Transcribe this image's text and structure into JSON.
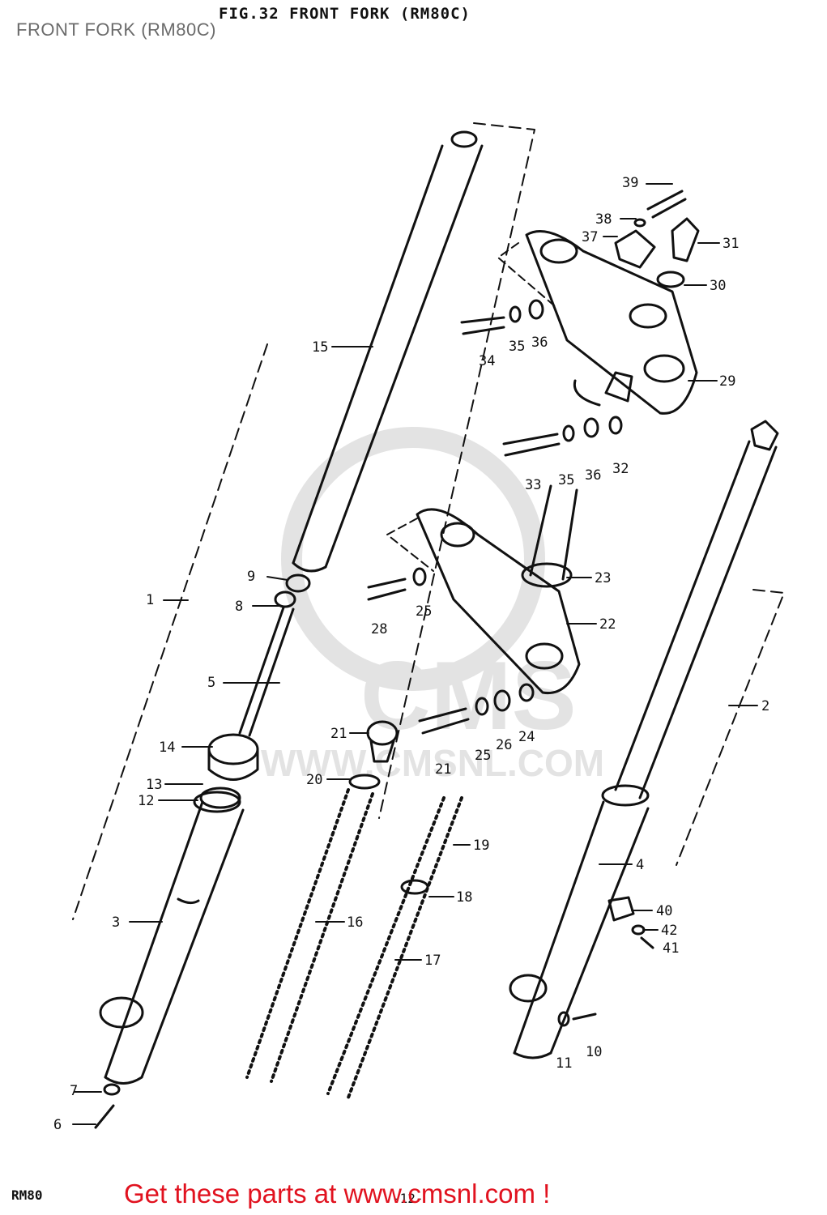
{
  "header": {
    "title": "FRONT FORK (RM80C)",
    "figure_title": "FIG.32  FRONT FORK (RM80C)"
  },
  "footer": {
    "model": "RM80",
    "page_number": "-12-",
    "call_to_action": "Get these parts at www.cmsnl.com !"
  },
  "watermark": {
    "brand": "CMS",
    "url": "WWW.CMSNL.COM"
  },
  "callouts": {
    "c1": "1",
    "c2": "2",
    "c3": "3",
    "c4": "4",
    "c5": "5",
    "c6": "6",
    "c7": "7",
    "c8": "8",
    "c9": "9",
    "c10": "10",
    "c11": "11",
    "c12": "12",
    "c13": "13",
    "c14": "14",
    "c15": "15",
    "c16": "16",
    "c17": "17",
    "c18": "18",
    "c19": "19",
    "c20": "20",
    "c21": "21",
    "c21b": "21",
    "c22": "22",
    "c23": "23",
    "c24": "24",
    "c25": "25",
    "c25b": "25",
    "c26": "26",
    "c28": "28",
    "c29": "29",
    "c30": "30",
    "c31": "31",
    "c32": "32",
    "c33": "33",
    "c34": "34",
    "c35": "35",
    "c35b": "35",
    "c36": "36",
    "c36b": "36",
    "c37": "37",
    "c38": "38",
    "c39": "39",
    "c40": "40",
    "c41": "41",
    "c42": "42"
  },
  "colors": {
    "line": "#111111",
    "watermark": "#e3e3e3",
    "cta": "#e1121f",
    "title_gray": "#6b6b6b"
  }
}
